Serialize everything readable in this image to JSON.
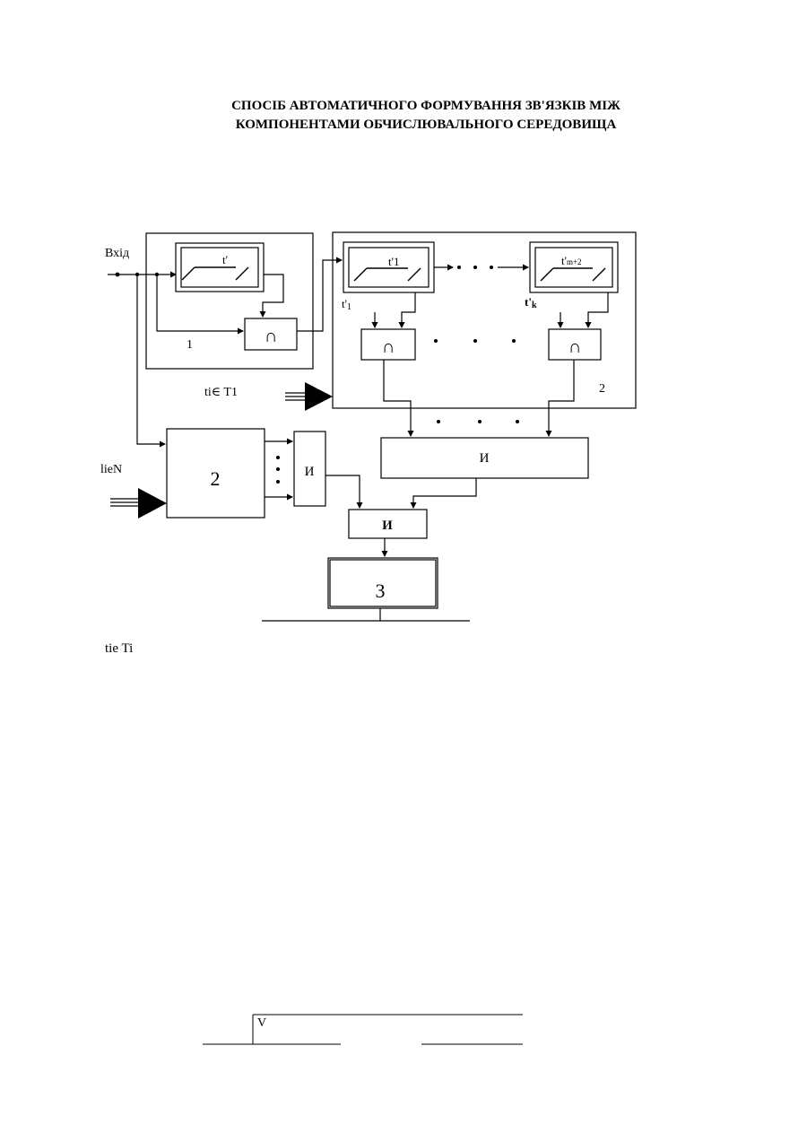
{
  "title": {
    "line1": "СПОСІБ АВТОМАТИЧНОГО ФОРМУВАННЯ ЗВ'ЯЗКІВ МІЖ",
    "line2": "КОМПОНЕНТАМИ ОБЧИСЛЮВАЛЬНОГО СЕРЕДОВИЩА"
  },
  "diagram": {
    "input_label": "Вхід",
    "block1_reg_label": "t'",
    "block1_number": "1",
    "intersect_symbol": "∩",
    "ti_T1_label": "ti∈ T1",
    "reg_first_label": "t'1",
    "reg_last_label_main": "t'",
    "reg_last_label_sub": "m+2",
    "tap_first_main": "t'",
    "tap_first_sub": "1",
    "tap_last_main": "t'",
    "tap_last_sub": "k",
    "block2_top_number": "2",
    "lieN_label": "lieN",
    "block2_left_number": "2",
    "and_small": "И",
    "and_wide": "И",
    "and_final": "И",
    "block3_number": "3"
  },
  "tie_label": "tie Ti",
  "footer": {
    "v_label": "V"
  }
}
